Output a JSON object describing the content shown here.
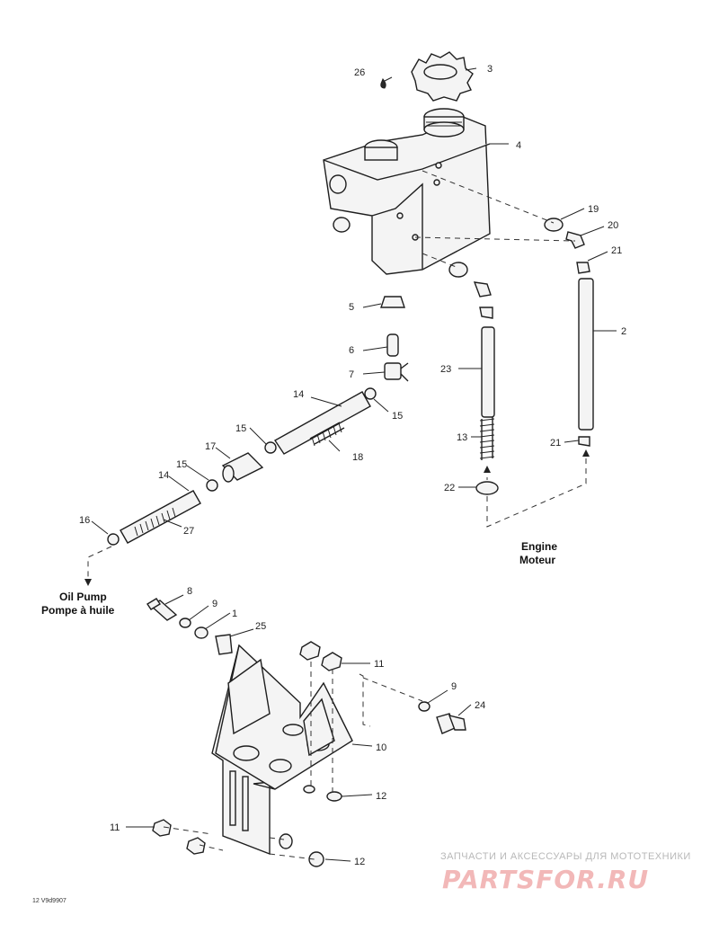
{
  "callouts": [
    "1",
    "2",
    "3",
    "4",
    "5",
    "6",
    "7",
    "8",
    "9",
    "9",
    "10",
    "11",
    "11",
    "11",
    "12",
    "12",
    "12",
    "13",
    "14",
    "14",
    "15",
    "15",
    "15",
    "16",
    "17",
    "18",
    "19",
    "20",
    "21",
    "21",
    "22",
    "23",
    "24",
    "25",
    "26",
    "27"
  ],
  "labels": {
    "engine_en": "Engine",
    "engine_fr": "Moteur",
    "pump_en": "Oil Pump",
    "pump_fr": "Pompe à huile"
  },
  "drawing_code": "12 V9d9907",
  "watermark": {
    "tagline": "ЗАПЧАСТИ И АКСЕССУАРЫ ДЛЯ МОТОТЕХНИКИ",
    "logo": "PARTSFOR.RU"
  }
}
